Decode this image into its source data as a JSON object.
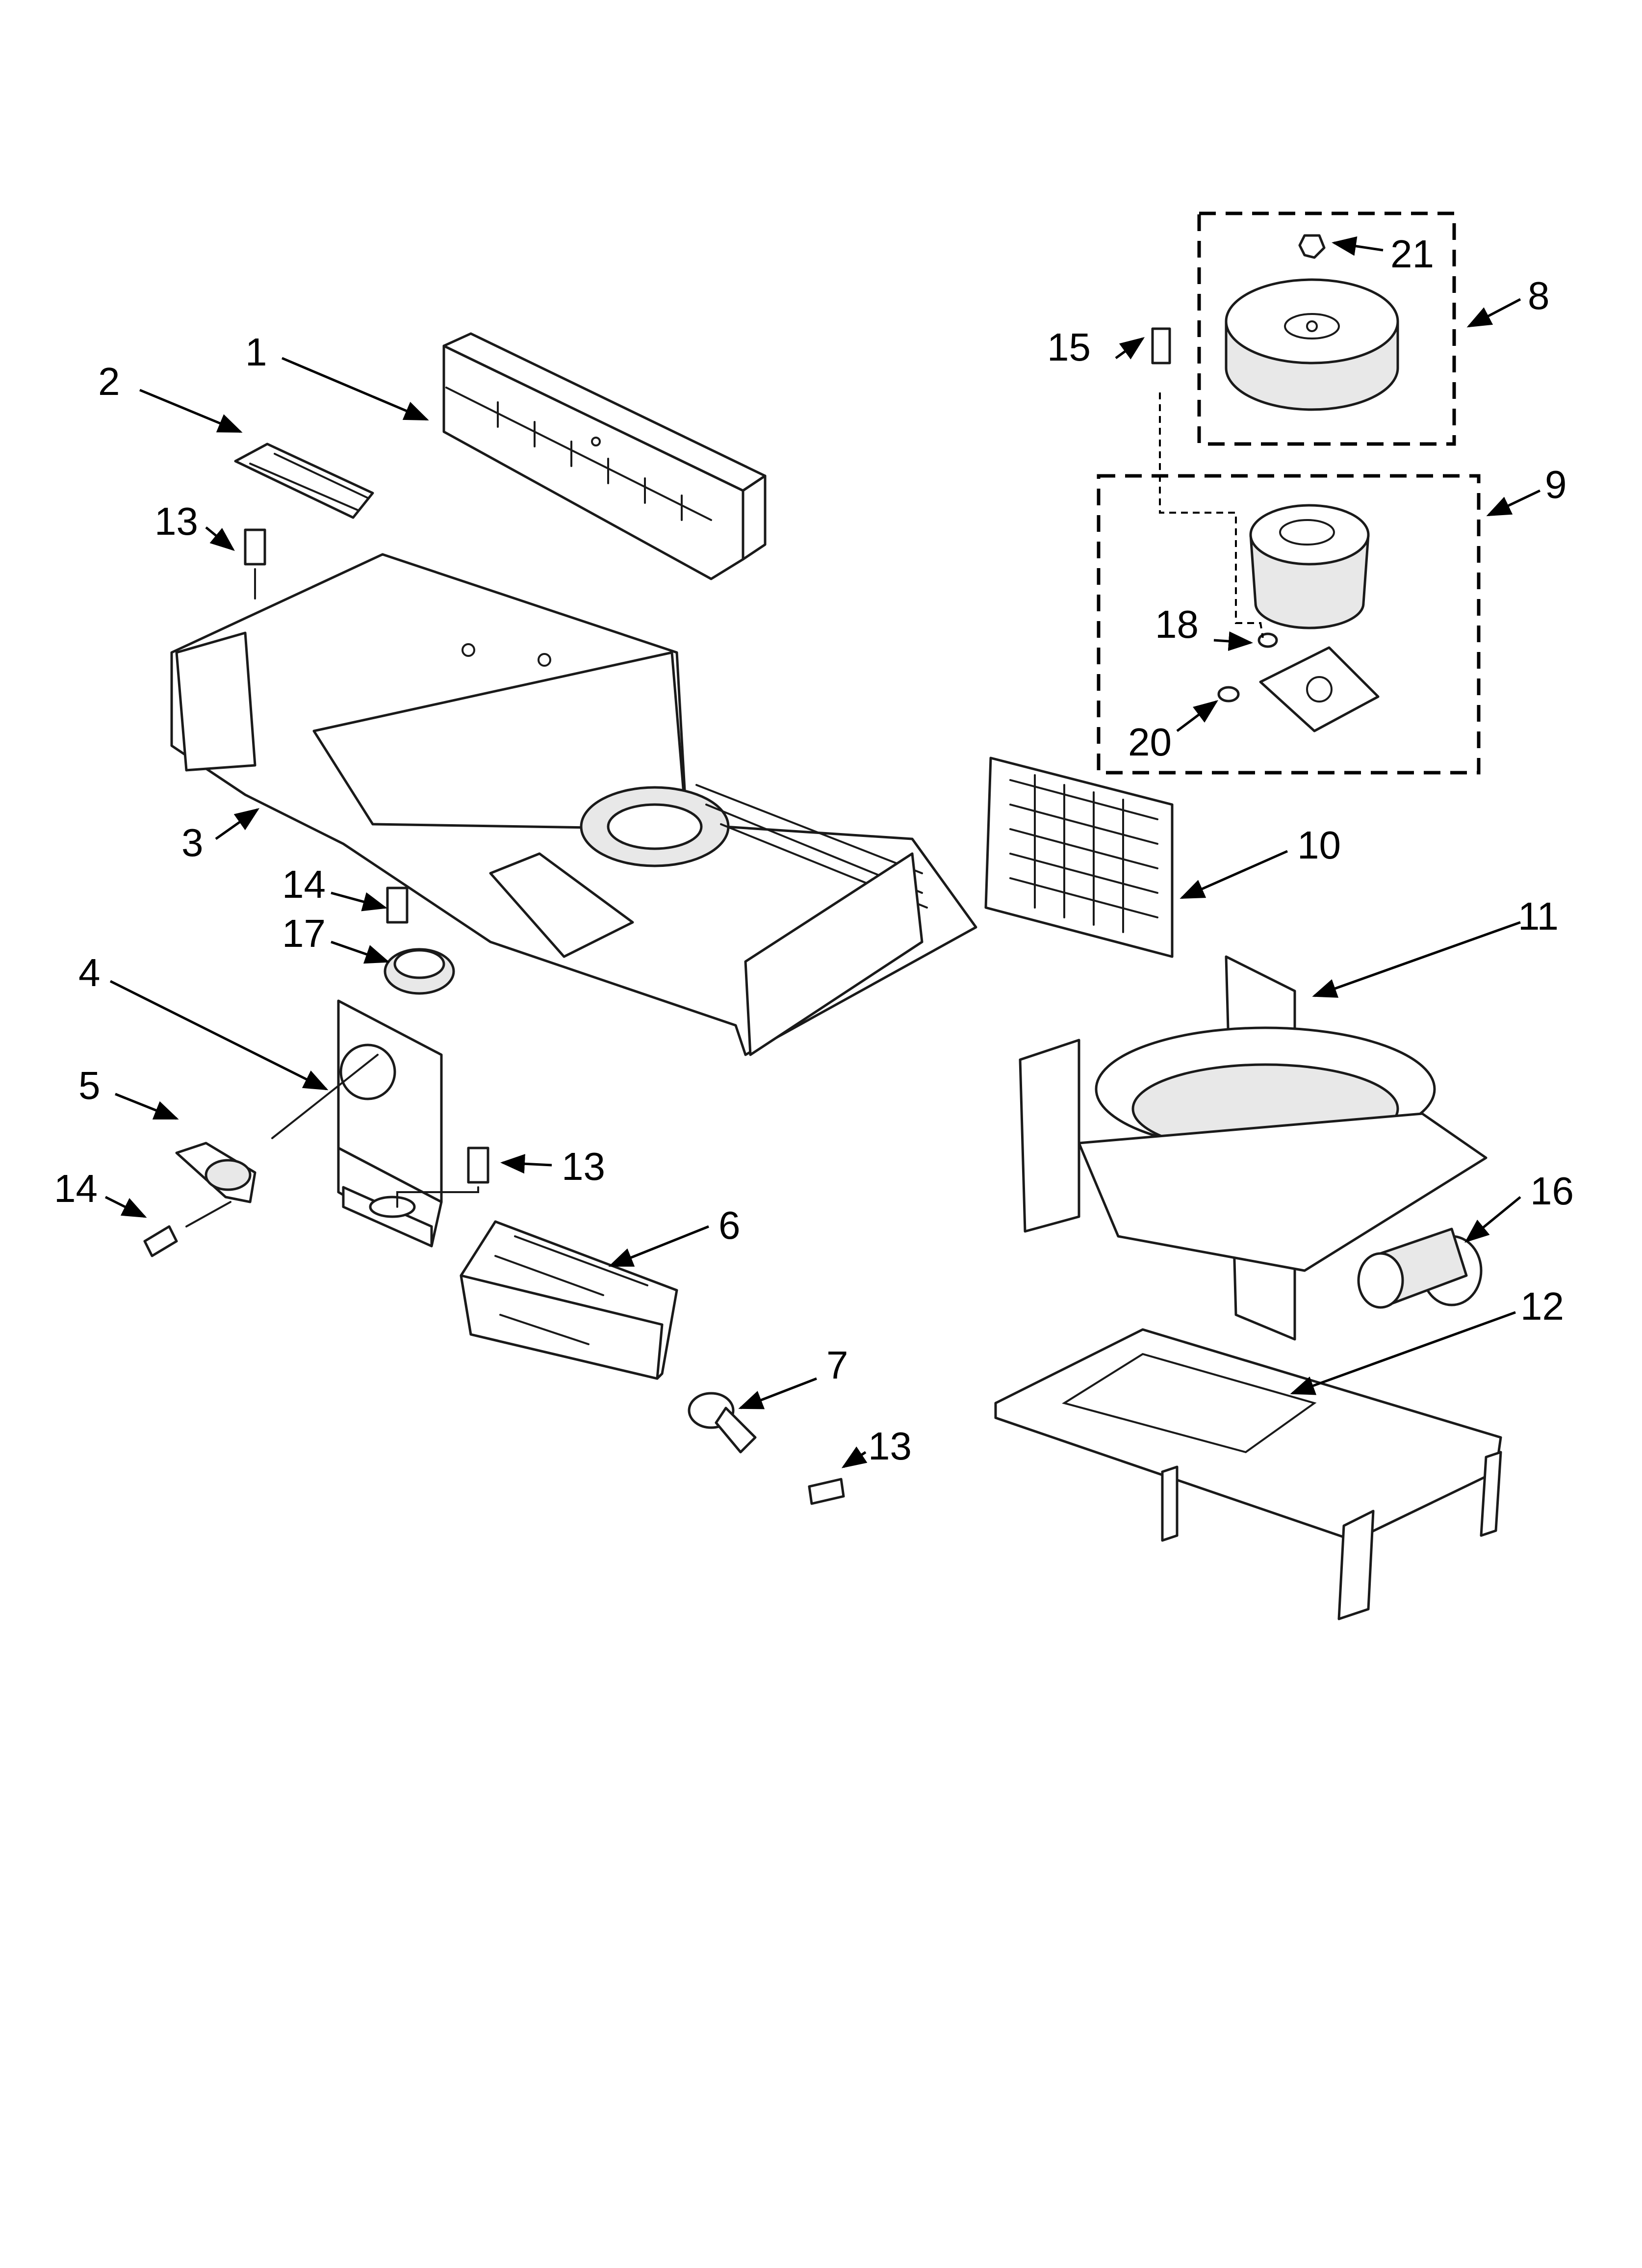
{
  "callouts": {
    "c1": "1",
    "c2": "2",
    "c3": "3",
    "c4": "4",
    "c5": "5",
    "c6": "6",
    "c7": "7",
    "c8": "8",
    "c9": "9",
    "c10": "10",
    "c11": "11",
    "c12": "12",
    "c13a": "13",
    "c13b": "13",
    "c13c": "13",
    "c14a": "14",
    "c14b": "14",
    "c15": "15",
    "c16": "16",
    "c17": "17",
    "c18": "18",
    "c20": "20",
    "c21": "21"
  }
}
